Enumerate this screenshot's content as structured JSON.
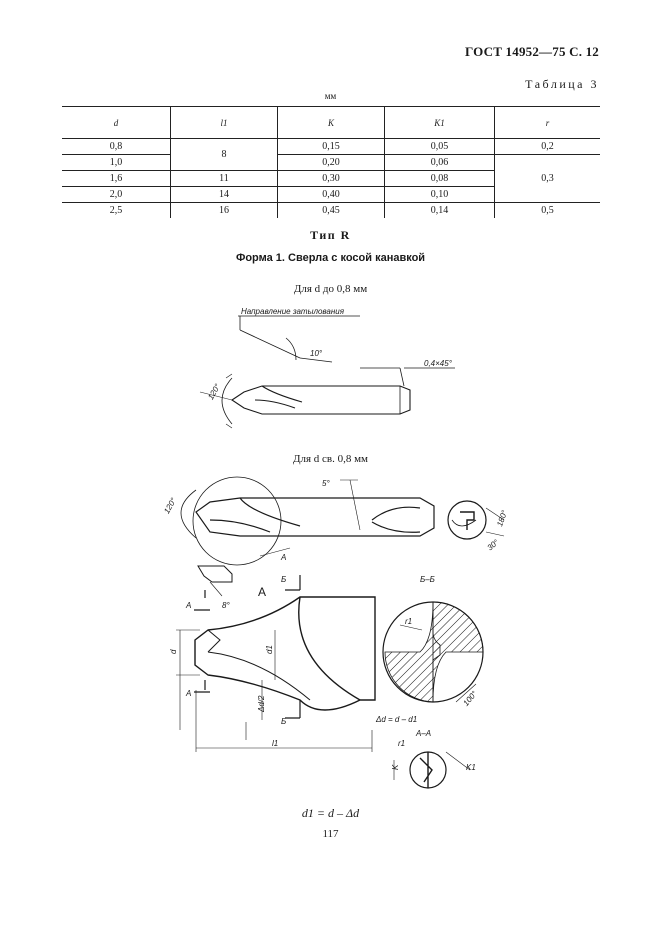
{
  "header": {
    "title": "ГОСТ 14952—75 С. 12"
  },
  "table": {
    "number_label": "Таблица 3",
    "units": "мм",
    "headers": [
      "d",
      "l1",
      "K",
      "K1",
      "r"
    ],
    "rows": [
      {
        "d": "0,8",
        "l1": "8",
        "K": "0,15",
        "K1": "0,05",
        "r": "0,2"
      },
      {
        "d": "1,0",
        "K": "0,20",
        "K1": "0,06",
        "r": "0,3"
      },
      {
        "d": "1,6",
        "l1": "11",
        "K": "0,30",
        "K1": "0,08"
      },
      {
        "d": "2,0",
        "l1": "14",
        "K": "0,40",
        "K1": "0,10"
      },
      {
        "d": "2,5",
        "l1": "16",
        "K": "0,45",
        "K1": "0,14",
        "r": "0,5"
      }
    ]
  },
  "type_title": "Тип R",
  "form_title": "Форма 1. Сверла с косой канавкой",
  "caption_small": "Для d до 0,8 мм",
  "caption_large": "Для d св. 0,8 мм",
  "drawing1": {
    "direction_label": "Направление затылования",
    "angle_10": "10°",
    "chamfer": "0,4×45°",
    "angle_120": "120°"
  },
  "drawing2": {
    "angle_120": "120°",
    "angle_5": "5°",
    "view_a": "A",
    "angle_180": "180°",
    "angle_30": "30°"
  },
  "detail": {
    "view_letter": "A",
    "section_b": "Б",
    "section_a": "A",
    "angle_8": "8°",
    "dim_d": "d",
    "dim_d1": "d1",
    "dim_delta": "Δd/2",
    "dim_l1": "l1",
    "section_bb": "Б–Б",
    "label_r1": "r1",
    "angle_100": "100°",
    "delta_formula": "Δd = d – d1",
    "section_aa": "A–A",
    "label_r": "r1",
    "label_k": "K",
    "label_k1": "K1"
  },
  "formula": "d1 = d – Δd",
  "page_number": "117"
}
